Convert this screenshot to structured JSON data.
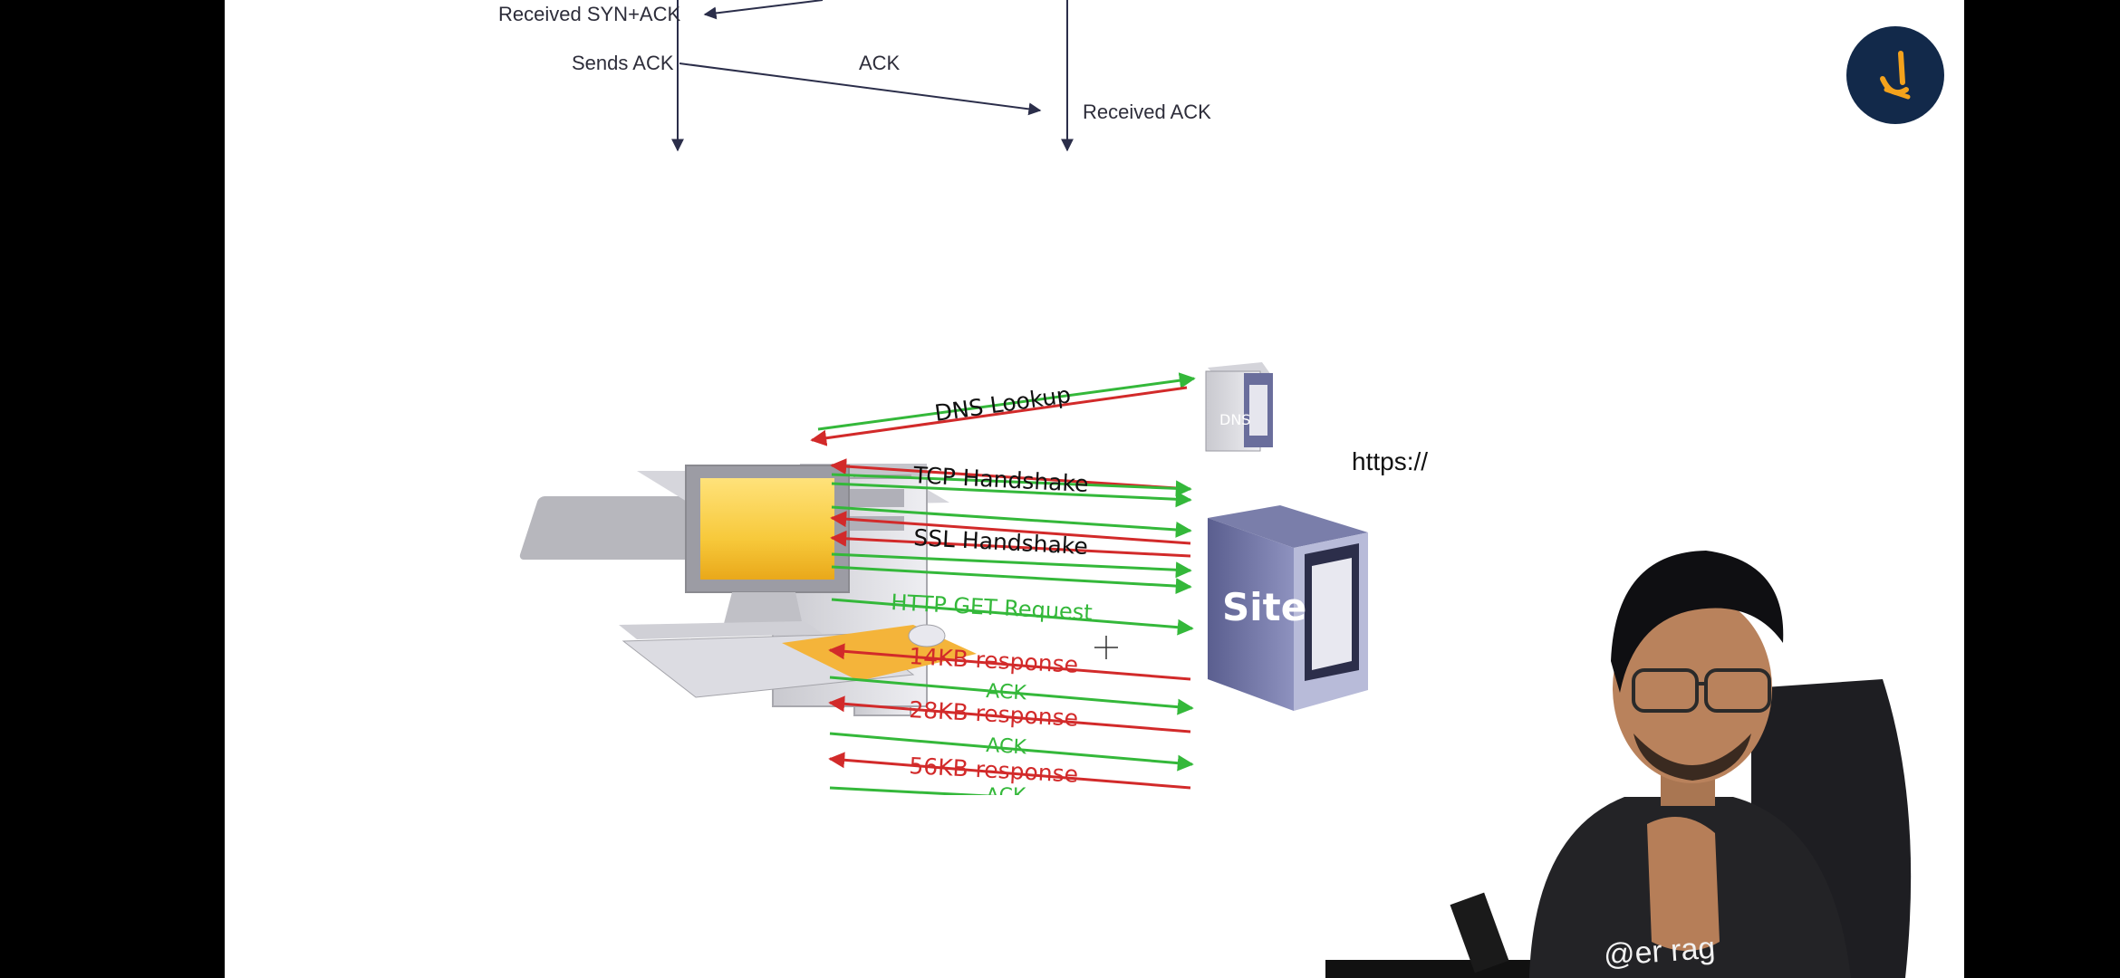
{
  "tcp_diagram": {
    "received_synack": "Received SYN+ACK",
    "sends_ack": "Sends ACK",
    "ack": "ACK",
    "received_ack": "Received ACK"
  },
  "web_diagram": {
    "dns_lookup": "DNS Lookup",
    "dns_server_label": "DNS",
    "tcp_handshake": "TCP Handshake",
    "ssl_handshake": "SSL Handshake",
    "http_get": "HTTP GET Request",
    "resp_14": "14KB response",
    "ack1": "ACK",
    "resp_28": "28KB response",
    "ack2": "ACK",
    "resp_56": "56KB response",
    "ack3": "ACK",
    "site_label": "Site"
  },
  "https_text": "https://",
  "presenter": {
    "handle_partial": "@er      rag"
  },
  "colors": {
    "green": "#34b83a",
    "red": "#d22a2a",
    "navy": "#2b2e4a",
    "logo_bg": "#12294a",
    "logo_accent": "#f4a21c"
  },
  "icons": [
    "logo-icon",
    "desktop-computer-icon",
    "dns-server-icon",
    "site-server-icon",
    "crosshair-cursor-icon"
  ]
}
